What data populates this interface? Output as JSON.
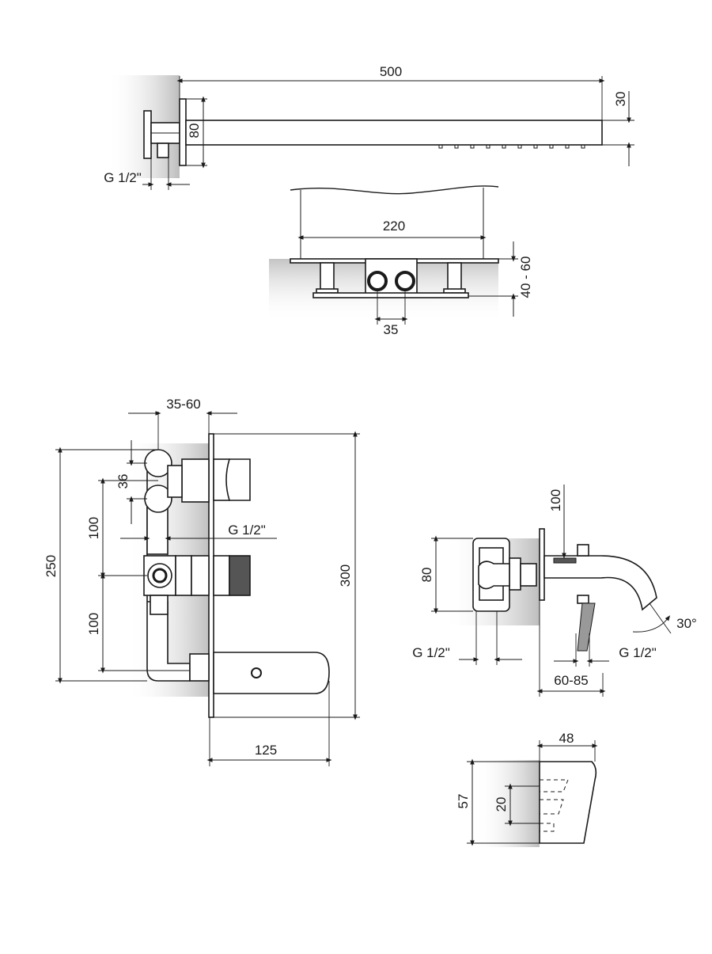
{
  "shower_arm": {
    "length_label": "500",
    "height_label": "30",
    "flange_label": "80",
    "thread_label": "G 1/2\""
  },
  "concealed_box": {
    "width_label": "220",
    "depth_label": "40 - 60",
    "spacing_label": "35"
  },
  "wall_mixer": {
    "depth_label": "35-60",
    "offset_label": "36",
    "upper_spacing_label": "100",
    "lower_spacing_label": "100",
    "total_height_label": "250",
    "plate_height_label": "300",
    "thread_label": "G 1/2\"",
    "spout_length_label": "125"
  },
  "bath_spout": {
    "top_label": "100",
    "height_label": "80",
    "thread_left_label": "G 1/2\"",
    "thread_right_label": "G 1/2\"",
    "range_label": "60-85",
    "angle_label": "30°"
  },
  "hand_shower_holder": {
    "width_label": "48",
    "height_label": "57",
    "inner_label": "20"
  }
}
